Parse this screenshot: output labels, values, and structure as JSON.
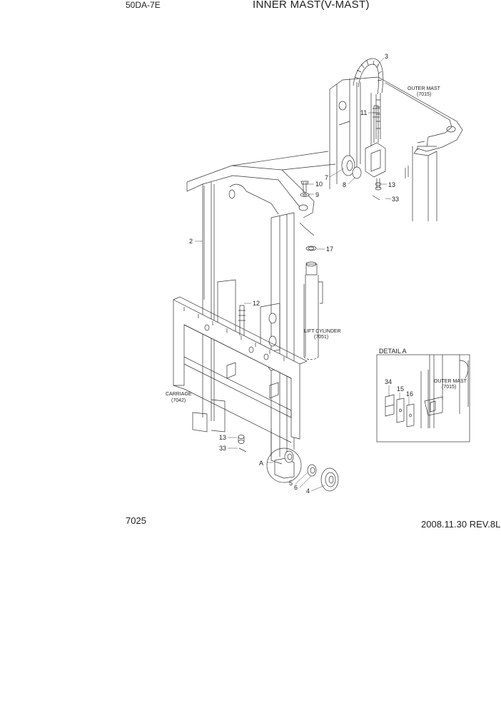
{
  "header": {
    "model": "50DA-7E",
    "title": "INNER MAST(V-MAST)"
  },
  "footer": {
    "page_number": "7025",
    "revision": "2008.11.30  REV.8L"
  },
  "callouts": {
    "p2": "2",
    "p3": "3",
    "p4": "4",
    "p5": "5",
    "p6": "6",
    "p7": "7",
    "p8": "8",
    "p9": "9",
    "p10": "10",
    "p11": "11",
    "p12": "12",
    "p13a": "13",
    "p13b": "13",
    "p15": "15",
    "p16": "16",
    "p17": "17",
    "p33a": "33",
    "p33b": "33",
    "p34": "34",
    "detail_marker": "A"
  },
  "labels": {
    "outer_mast_name": "OUTER MAST",
    "outer_mast_code": "(7015)",
    "lift_cylinder_name": "LIFT CYLINDER",
    "lift_cylinder_code": "(7051)",
    "carriage_name": "CARRIAGE",
    "carriage_code": "(7042)",
    "detail_title": "DETAIL A",
    "detail_outer_mast_name": "OUTER MAST",
    "detail_outer_mast_code": "(7015)"
  }
}
